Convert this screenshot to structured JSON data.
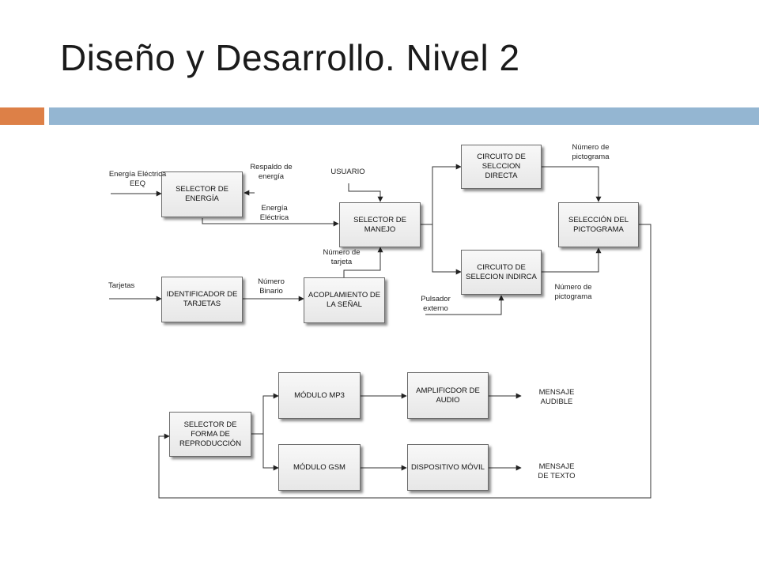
{
  "slide": {
    "title": "Diseño y Desarrollo. Nivel 2",
    "accent_color": "#dd8047",
    "bar_color": "#94b6d2"
  },
  "blocks": {
    "selector_energia": "SELECTOR DE ENERGÍA",
    "identificador_tarjetas": "IDENTIFICADOR DE TARJETAS",
    "acoplamiento_senal": "ACOPLAMIENTO DE LA SEÑAL",
    "selector_manejo": "SELECTOR DE MANEJO",
    "circuito_directa": "CIRCUITO DE SELCCION DIRECTA",
    "circuito_indirca": "CIRCUITO DE SELECION INDIRCA",
    "seleccion_pictograma": "SELECCIÓN DEL PICTOGRAMA",
    "selector_forma": "SELECTOR DE FORMA DE REPRODUCCIÓN",
    "modulo_mp3": "MÓDULO MP3",
    "modulo_gsm": "MÓDULO GSM",
    "amplificador": "AMPLIFICDOR DE AUDIO",
    "dispositivo_movil": "DISPOSITIVO MÓVIL"
  },
  "labels": {
    "energia_eeq": "Energía Eléctrica EEQ",
    "respaldo": "Respaldo de energía",
    "energia_electrica": "Energía Eléctrica",
    "usuario": "USUARIO",
    "tarjetas": "Tarjetas",
    "numero_binario": "Número Binario",
    "numero_tarjeta": "Número de tarjeta",
    "numero_pictograma_top": "Número de pictograma",
    "numero_pictograma_bottom": "Número de pictograma",
    "pulsador": "Pulsador externo",
    "mensaje_audible": "MENSAJE AUDIBLE",
    "mensaje_texto": "MENSAJE DE TEXTO"
  }
}
